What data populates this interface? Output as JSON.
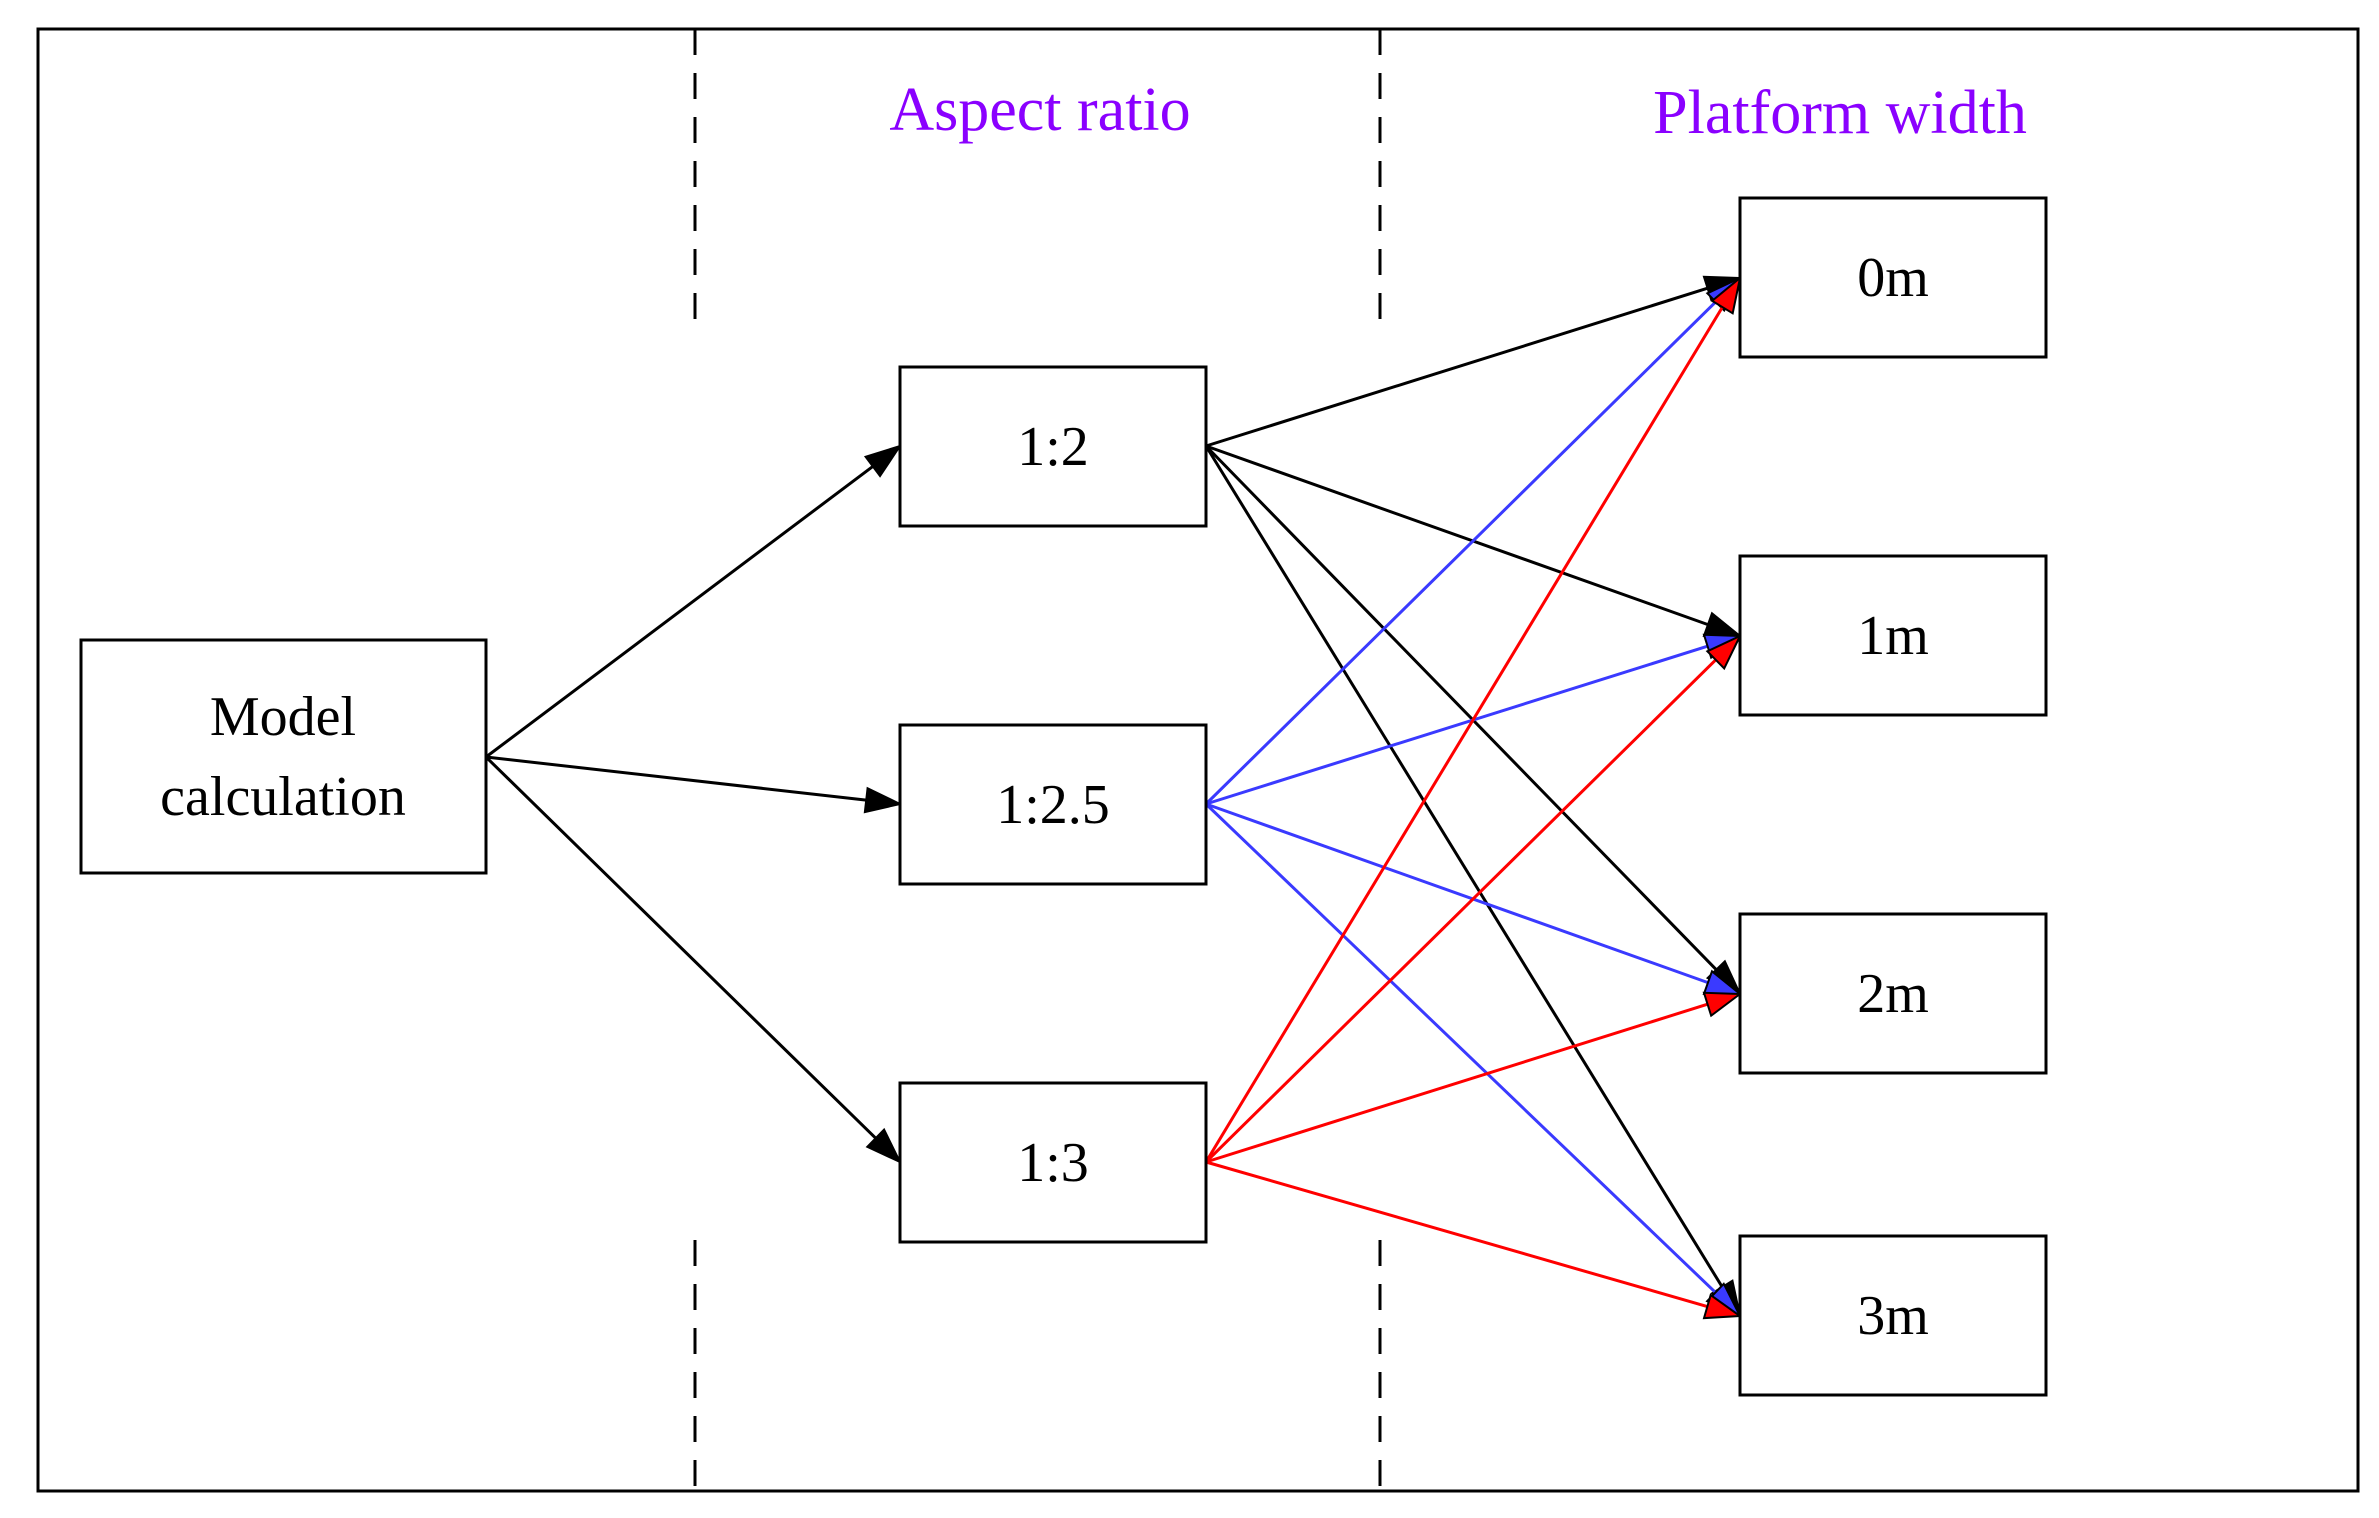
{
  "headers": {
    "aspect_ratio": "Aspect ratio",
    "platform_width": "Platform width",
    "color": "#8a00ff"
  },
  "nodes": {
    "model": {
      "line1": "Model",
      "line2": "calculation"
    },
    "ar_1_2": "1:2",
    "ar_1_2_5": "1:2.5",
    "ar_1_3": "1:3",
    "pw_0": "0m",
    "pw_1": "1m",
    "pw_2": "2m",
    "pw_3": "3m"
  },
  "edges": [
    {
      "from": "model",
      "to": "ar_1_2",
      "color": "#000000"
    },
    {
      "from": "model",
      "to": "ar_1_2_5",
      "color": "#000000"
    },
    {
      "from": "model",
      "to": "ar_1_3",
      "color": "#000000"
    },
    {
      "from": "ar_1_2",
      "to": "pw_0",
      "color": "#000000"
    },
    {
      "from": "ar_1_2",
      "to": "pw_1",
      "color": "#000000"
    },
    {
      "from": "ar_1_2",
      "to": "pw_2",
      "color": "#000000"
    },
    {
      "from": "ar_1_2",
      "to": "pw_3",
      "color": "#000000"
    },
    {
      "from": "ar_1_2_5",
      "to": "pw_0",
      "color": "#3a3aff"
    },
    {
      "from": "ar_1_2_5",
      "to": "pw_1",
      "color": "#3a3aff"
    },
    {
      "from": "ar_1_2_5",
      "to": "pw_2",
      "color": "#3a3aff"
    },
    {
      "from": "ar_1_2_5",
      "to": "pw_3",
      "color": "#3a3aff"
    },
    {
      "from": "ar_1_3",
      "to": "pw_0",
      "color": "#ff0000"
    },
    {
      "from": "ar_1_3",
      "to": "pw_1",
      "color": "#ff0000"
    },
    {
      "from": "ar_1_3",
      "to": "pw_2",
      "color": "#ff0000"
    },
    {
      "from": "ar_1_3",
      "to": "pw_3",
      "color": "#ff0000"
    }
  ]
}
